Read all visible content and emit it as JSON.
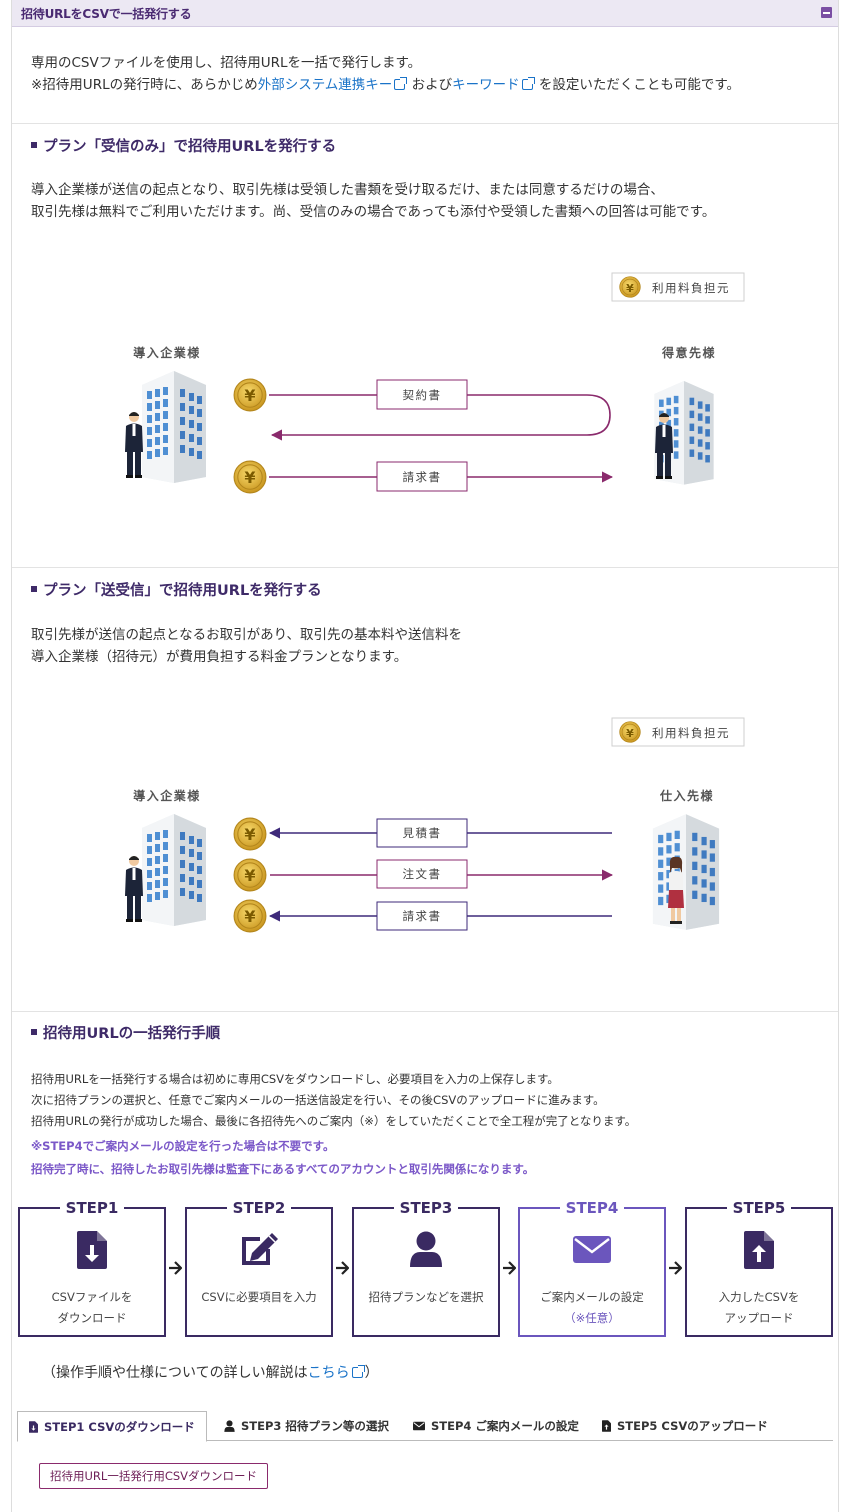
{
  "panel": {
    "title": "招待URLをCSVで一括発行する"
  },
  "intro": {
    "line1": "専用のCSVファイルを使用し、招待用URLを一括で発行します。",
    "line2_prefix": "※招待用URLの発行時に、あらかじめ",
    "link1": "外部システム連携キー",
    "line2_mid": "および",
    "link2": "キーワード",
    "line2_suffix": "を設定いただくことも可能です。"
  },
  "section1": {
    "title": "プラン「受信のみ」で招待用URLを発行する",
    "para1": "導入企業様が送信の起点となり、取引先様は受領した書類を受け取るだけ、または同意するだけの場合、",
    "para2": "取引先様は無料でご利用いただけます。尚、受信のみの場合であっても添付や受領した書類への回答は可能です。",
    "fee_label": "利用料負担元",
    "left_company": "導入企業様",
    "right_company": "得意先様",
    "doc1": "契約書",
    "doc2": "請求書",
    "yen": "¥"
  },
  "section2": {
    "title": "プラン「送受信」で招待用URLを発行する",
    "para1": "取引先様が送信の起点となるお取引があり、取引先の基本料や送信料を",
    "para2": "導入企業様（招待元）が費用負担する料金プランとなります。",
    "fee_label": "利用料負担元",
    "left_company": "導入企業様",
    "right_company": "仕入先様",
    "doc1": "見積書",
    "doc2": "注文書",
    "doc3": "請求書",
    "yen": "¥"
  },
  "section3": {
    "title": "招待用URLの一括発行手順",
    "line1": "招待用URLを一括発行する場合は初めに専用CSVをダウンロードし、必要項目を入力の上保存します。",
    "line2": "次に招待プランの選択と、任意でご案内メールの一括送信設定を行い、その後CSVのアップロードに進みます。",
    "line3": "招待用URLの発行が成功した場合、最後に各招待先へのご案内（※）をしていただくことで全工程が完了となります。",
    "note1": "※STEP4でご案内メールの設定を行った場合は不要です。",
    "note2": "招待完了時に、招待したお取引先様は監査下にあるすべてのアカウントと取引先関係になります。"
  },
  "steps": [
    {
      "title": "STEP1",
      "line1": "CSVファイルを",
      "line2": "ダウンロード",
      "icon": "file-download-icon"
    },
    {
      "title": "STEP2",
      "line1": "CSVに必要項目を入力",
      "line2": "",
      "icon": "edit-icon"
    },
    {
      "title": "STEP3",
      "line1": "招待プランなどを選択",
      "line2": "",
      "icon": "user-icon"
    },
    {
      "title": "STEP4",
      "line1": "ご案内メールの設定",
      "line2": "（※任意）",
      "icon": "envelope-icon"
    },
    {
      "title": "STEP5",
      "line1": "入力したCSVを",
      "line2": "アップロード",
      "icon": "file-upload-icon"
    }
  ],
  "more": {
    "prefix": "（操作手順や仕様についての詳しい解説は",
    "link": "こちら",
    "suffix": "）"
  },
  "tabs": [
    {
      "label": "STEP1 CSVのダウンロード",
      "icon": "file-download-icon",
      "active": true
    },
    {
      "label": "STEP3 招待プラン等の選択",
      "icon": "user-icon",
      "active": false
    },
    {
      "label": "STEP4 ご案内メールの設定",
      "icon": "envelope-icon",
      "active": false
    },
    {
      "label": "STEP5 CSVのアップロード",
      "icon": "file-upload-icon",
      "active": false
    }
  ],
  "download_button": "招待用URL一括発行用CSVダウンロード",
  "colors": {
    "brand": "#3a2a62",
    "accent": "#7b58c8",
    "arrow_magenta": "#8a2a6c",
    "arrow_indigo": "#3e2a7a",
    "coin": "#e2b030",
    "building": "#5a9ad8",
    "link": "#1a73c8"
  }
}
